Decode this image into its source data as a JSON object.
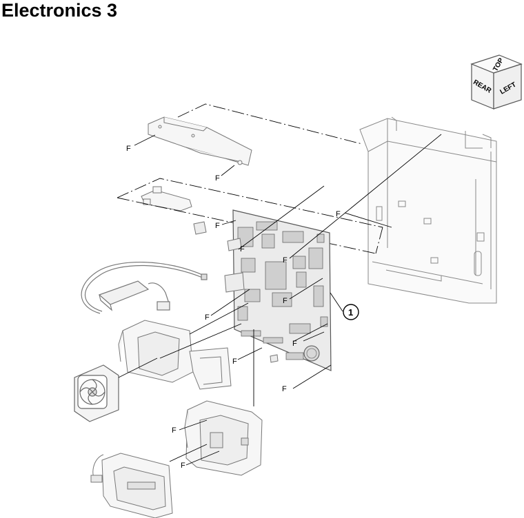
{
  "title": "Electronics 3",
  "orientation_cube": {
    "top": "TOP",
    "rear": "REAR",
    "left": "LEFT"
  },
  "callout": {
    "number": "1"
  },
  "fastener_label": "F",
  "colors": {
    "line": "#000000",
    "part_outline": "#777777",
    "part_fill": "#f4f4f4",
    "board_fill": "#e9e9e9"
  }
}
